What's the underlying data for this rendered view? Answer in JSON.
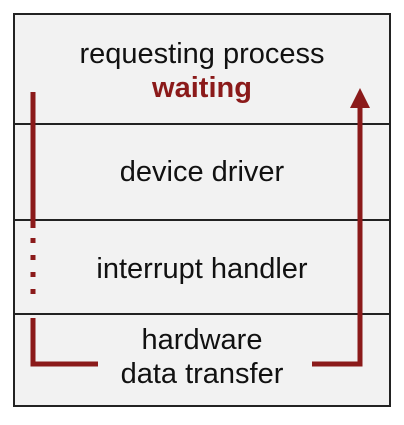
{
  "layers": {
    "process": {
      "label": "requesting process",
      "status": "waiting"
    },
    "driver": {
      "label": "device driver"
    },
    "interrupt": {
      "label": "interrupt handler"
    },
    "hardware": {
      "line1": "hardware",
      "line2": "data transfer"
    }
  },
  "colors": {
    "arrow": "#8b1a1a",
    "status_text": "#8b1a1a",
    "box_fill": "#f2f2f2",
    "border": "#222222"
  }
}
